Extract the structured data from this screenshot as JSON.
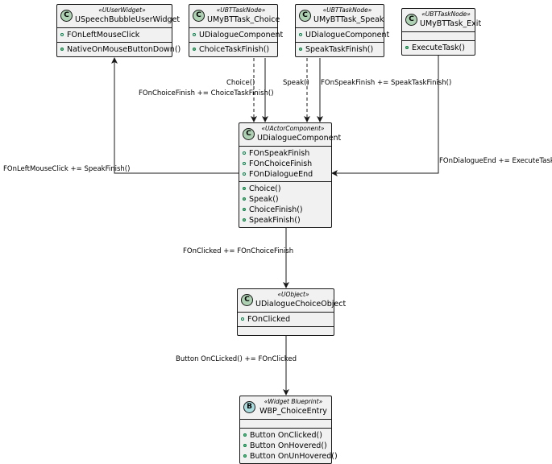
{
  "classes": {
    "speech_bubble": {
      "badge": "C",
      "stereotype": "«UUserWidget»",
      "name": "USpeechBubbleUserWidget",
      "fields": [
        "FOnLeftMouseClick"
      ],
      "methods": [
        "NativeOnMouseButtonDown()"
      ]
    },
    "task_choice": {
      "badge": "C",
      "stereotype": "«UBTTaskNode»",
      "name": "UMyBTTask_Choice",
      "fields": [
        "UDialogueComponent"
      ],
      "methods": [
        "ChoiceTaskFinish()"
      ]
    },
    "task_speak": {
      "badge": "C",
      "stereotype": "«UBTTaskNode»",
      "name": "UMyBTTask_Speak",
      "fields": [
        "UDialogueComponent"
      ],
      "methods": [
        "SpeakTaskFinish()"
      ]
    },
    "task_exit": {
      "badge": "C",
      "stereotype": "«UBTTaskNode»",
      "name": "UMyBTTask_Exit",
      "fields": [],
      "methods": [
        "ExecuteTask()"
      ]
    },
    "dialogue_component": {
      "badge": "C",
      "stereotype": "«UActorComponent»",
      "name": "UDialogueComponent",
      "fields": [
        "FOnSpeakFinish",
        "FOnChoiceFinish",
        "FOnDialogueEnd"
      ],
      "methods": [
        "Choice()",
        "Speak()",
        "ChoiceFinish()",
        "SpeakFinish()"
      ]
    },
    "choice_object": {
      "badge": "C",
      "stereotype": "«UObject»",
      "name": "UDialogueChoiceObject",
      "fields": [
        "FOnClicked"
      ],
      "methods": []
    },
    "choice_entry": {
      "badge": "B",
      "stereotype": "«Widget Blueprint»",
      "name": "WBP_ChoiceEntry",
      "fields": [],
      "methods": [
        "Button OnClicked()",
        "Button OnHovered()",
        "Button OnUnHovered()"
      ]
    }
  },
  "edge_labels": {
    "choice_call": "Choice()",
    "choice_finish": "FOnChoiceFinish += ChoiceTaskFinish()",
    "speak_call": "Speak()",
    "speak_finish": "FOnSpeakFinish += SpeakTaskFinish()",
    "dialogue_end": "FOnDialogueEnd += ExecuteTask()",
    "left_click": "FOnLeftMouseClick += SpeakFinish()",
    "on_clicked": "FOnClicked += FOnChoiceFinish",
    "button_clicked": "Button OnCLicked() += FOnClicked"
  },
  "colors": {
    "class_fill": "#f1f1f1",
    "border": "#181818",
    "badge_class": "#add1b2",
    "badge_blueprint": "#a9dcdf"
  }
}
